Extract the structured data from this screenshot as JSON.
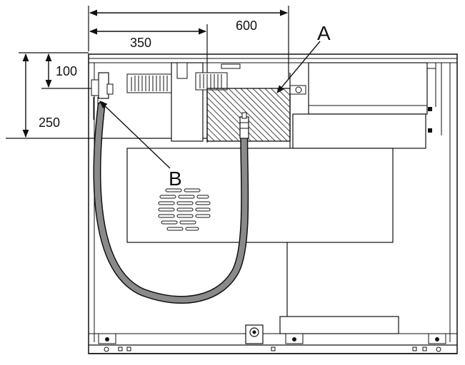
{
  "dimensions": {
    "width_total": "600",
    "width_partial": "350",
    "height_short": "100",
    "height_tall": "250"
  },
  "callouts": {
    "a": "A",
    "b": "B"
  },
  "colors": {
    "line": "#111111",
    "hose": "#8a8a8a",
    "hatch": "#444444",
    "background": "#ffffff"
  }
}
